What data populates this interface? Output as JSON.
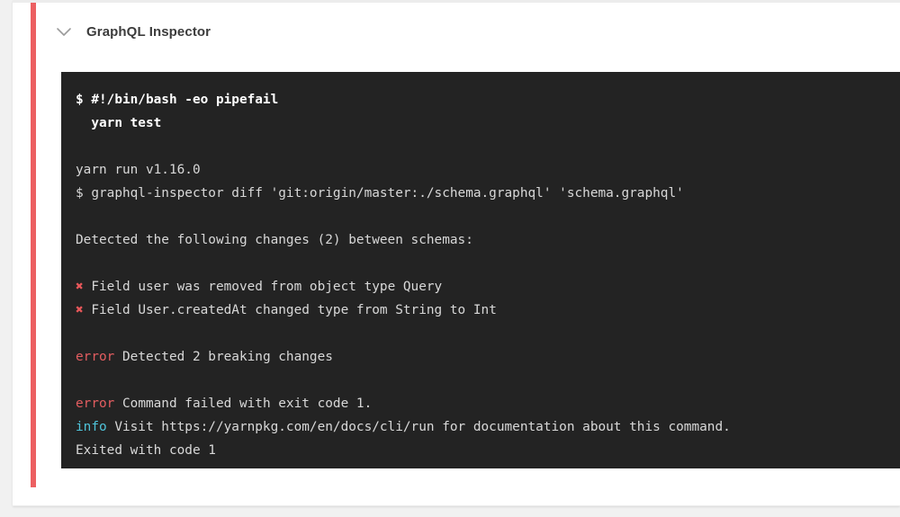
{
  "job": {
    "title": "GraphQL Inspector",
    "toggle_icon": "chevron-down-icon",
    "status_color": "#ec6062"
  },
  "terminal": {
    "background": "#232323",
    "lines": [
      {
        "type": "command",
        "prefix": "$ ",
        "text": "#!/bin/bash -eo pipefail"
      },
      {
        "type": "command",
        "prefix": "  ",
        "text": "yarn test"
      },
      {
        "type": "blank",
        "text": ""
      },
      {
        "type": "plain",
        "text": "yarn run v1.16.0"
      },
      {
        "type": "plain",
        "text": "$ graphql-inspector diff 'git:origin/master:./schema.graphql' 'schema.graphql'"
      },
      {
        "type": "blank",
        "text": ""
      },
      {
        "type": "plain",
        "text": "Detected the following changes (2) between schemas:"
      },
      {
        "type": "blank",
        "text": ""
      },
      {
        "type": "cross",
        "marker": "✖",
        "text": " Field user was removed from object type Query"
      },
      {
        "type": "cross",
        "marker": "✖",
        "text": " Field User.createdAt changed type from String to Int"
      },
      {
        "type": "blank",
        "text": ""
      },
      {
        "type": "error",
        "keyword": "error",
        "text": " Detected 2 breaking changes"
      },
      {
        "type": "blank",
        "text": ""
      },
      {
        "type": "error",
        "keyword": "error",
        "text": " Command failed with exit code 1."
      },
      {
        "type": "info",
        "keyword": "info",
        "text": " Visit https://yarnpkg.com/en/docs/cli/run for documentation about this command."
      },
      {
        "type": "plain",
        "text": "Exited with code 1"
      }
    ]
  }
}
